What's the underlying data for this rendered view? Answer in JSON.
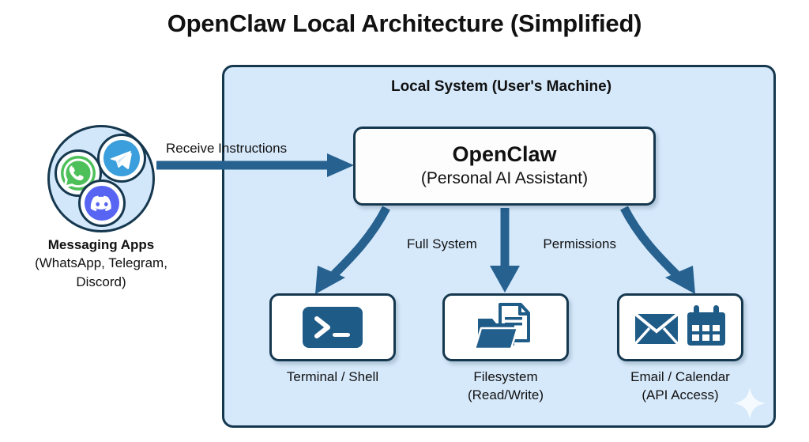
{
  "title": "OpenClaw Local Architecture (Simplified)",
  "panel": {
    "title": "Local System (User's Machine)",
    "fill": "#d6e9fb",
    "border": "#16384f"
  },
  "messaging": {
    "heading": "Messaging Apps",
    "subtitle_line1": "(WhatsApp, Telegram,",
    "subtitle_line2": "Discord)",
    "apps": [
      {
        "name": "whatsapp",
        "color": "#4ec05a"
      },
      {
        "name": "telegram",
        "color": "#3a9fdc"
      },
      {
        "name": "discord",
        "color": "#5865f2"
      }
    ]
  },
  "openclaw": {
    "name": "OpenClaw",
    "subtitle": "(Personal AI Assistant)"
  },
  "arrows": {
    "receive": "Receive Instructions",
    "permissions_left": "Full System",
    "permissions_right": "Permissions",
    "color": "#26618f"
  },
  "capabilities": [
    {
      "icon": "terminal-icon",
      "label_line1": "Terminal / Shell",
      "label_line2": ""
    },
    {
      "icon": "folder-document-icon",
      "label_line1": "Filesystem",
      "label_line2": "(Read/Write)"
    },
    {
      "icon": "envelope-calendar-icon",
      "label_line1": "Email / Calendar",
      "label_line2": "(API Access)"
    }
  ],
  "watermark": {
    "icon": "sparkle-icon"
  }
}
